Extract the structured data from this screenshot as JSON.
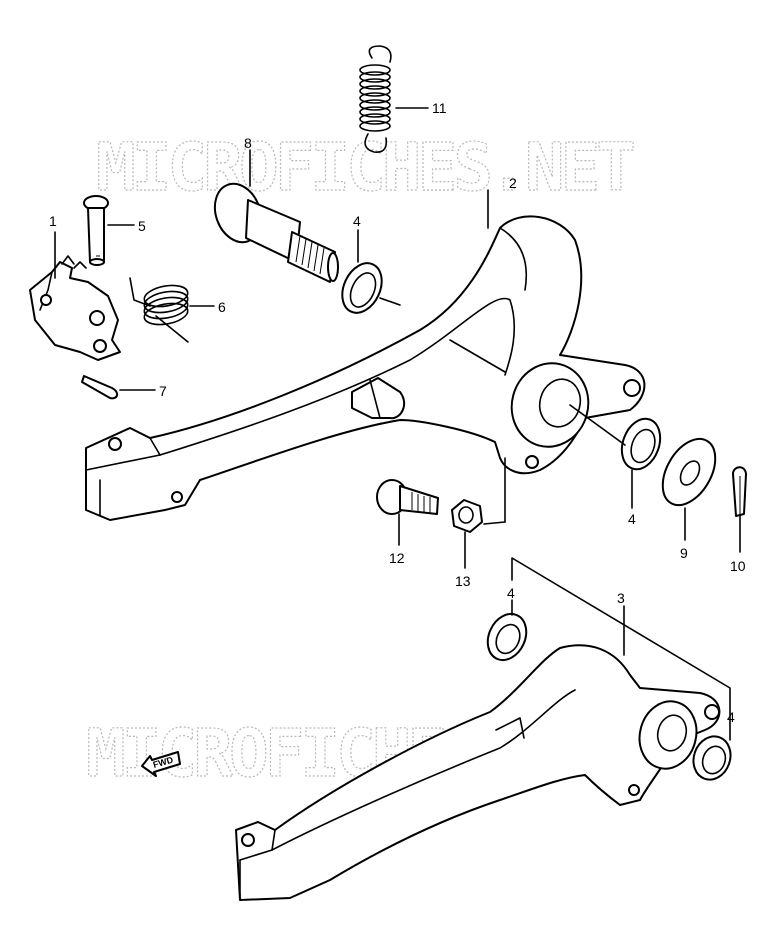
{
  "watermark": {
    "top": "MICROFICHES.NET",
    "bottom": "MICROFICHES.NET"
  },
  "fwd_label": "FWD",
  "callouts": [
    {
      "id": "1",
      "text": "1"
    },
    {
      "id": "2",
      "text": "2"
    },
    {
      "id": "3",
      "text": "3"
    },
    {
      "id": "4a",
      "text": "4"
    },
    {
      "id": "4b",
      "text": "4"
    },
    {
      "id": "4c",
      "text": "4"
    },
    {
      "id": "4d",
      "text": "4"
    },
    {
      "id": "5",
      "text": "5"
    },
    {
      "id": "6",
      "text": "6"
    },
    {
      "id": "7",
      "text": "7"
    },
    {
      "id": "8",
      "text": "8"
    },
    {
      "id": "9",
      "text": "9"
    },
    {
      "id": "10",
      "text": "10"
    },
    {
      "id": "11",
      "text": "11"
    },
    {
      "id": "12",
      "text": "12"
    },
    {
      "id": "13",
      "text": "13"
    }
  ]
}
